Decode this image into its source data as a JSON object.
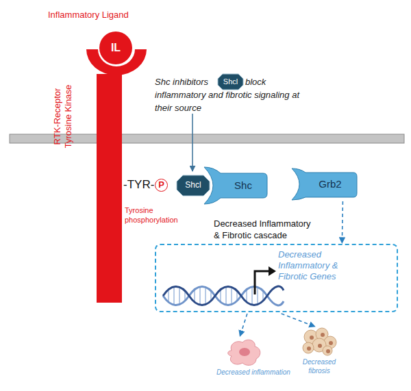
{
  "diagram": {
    "nodes": [
      {
        "text": [
          "IL"
        ]
      },
      {
        "text": [
          "RTK-Receptor Tyrosine Kinase"
        ]
      },
      {
        "text": [
          "Shcl"
        ]
      },
      {
        "text": [
          "P"
        ]
      },
      {
        "text": [
          "Shcl"
        ]
      },
      {
        "text": [
          "Shc"
        ]
      },
      {
        "text": [
          "Grb2"
        ]
      },
      {
        "text": [
          "Decreased Inflammatory & Fibrotic Genes"
        ]
      },
      {
        "text": [
          "Decreased inflammation"
        ]
      },
      {
        "text": [
          "Decreased fibrosis"
        ]
      }
    ],
    "edges": [
      {
        "from": 6,
        "to": 7,
        "arrow": "to"
      },
      {
        "from": 7,
        "to": 8,
        "arrow": "to"
      },
      {
        "from": 7,
        "to": 9,
        "arrow": "to"
      }
    ],
    "labels": [
      "Inflammatory Ligand",
      "Shc inhibitors",
      "block inflammatory and fibrotic signaling at their source",
      "-TYR-",
      "Tyrosine phosphorylation",
      "Decreased Inflammatory & Fibrotic cascade"
    ]
  }
}
